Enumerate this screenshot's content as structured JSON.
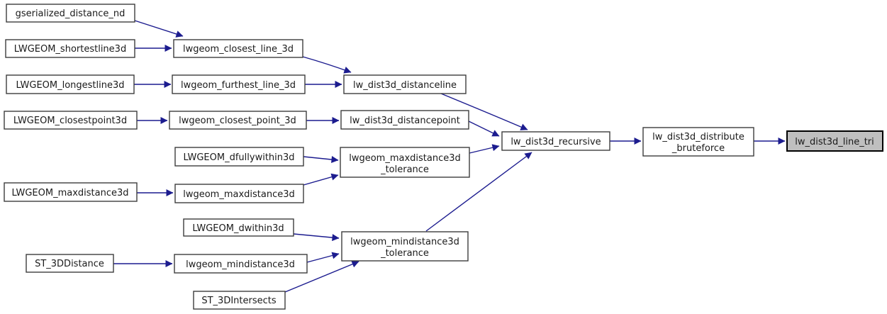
{
  "diagram": {
    "type": "call-graph",
    "background": "#ffffff",
    "colors": {
      "edge": "#1c1c8f",
      "node_fill": "#ffffff",
      "node_border": "#3d3d3d",
      "highlight_fill": "#bfbfbf",
      "highlight_border": "#000000",
      "text": "#1a1a1a"
    },
    "nodes": [
      {
        "id": "gserialized_distance_nd",
        "lines": [
          "gserialized_distance_nd"
        ],
        "highlighted": false
      },
      {
        "id": "LWGEOM_shortestline3d",
        "lines": [
          "LWGEOM_shortestline3d"
        ],
        "highlighted": false
      },
      {
        "id": "LWGEOM_longestline3d",
        "lines": [
          "LWGEOM_longestline3d"
        ],
        "highlighted": false
      },
      {
        "id": "LWGEOM_closestpoint3d",
        "lines": [
          "LWGEOM_closestpoint3d"
        ],
        "highlighted": false
      },
      {
        "id": "LWGEOM_maxdistance3d",
        "lines": [
          "LWGEOM_maxdistance3d"
        ],
        "highlighted": false
      },
      {
        "id": "ST_3DDistance",
        "lines": [
          "ST_3DDistance"
        ],
        "highlighted": false
      },
      {
        "id": "lwgeom_closest_line_3d",
        "lines": [
          "lwgeom_closest_line_3d"
        ],
        "highlighted": false
      },
      {
        "id": "lwgeom_furthest_line_3d",
        "lines": [
          "lwgeom_furthest_line_3d"
        ],
        "highlighted": false
      },
      {
        "id": "lwgeom_closest_point_3d",
        "lines": [
          "lwgeom_closest_point_3d"
        ],
        "highlighted": false
      },
      {
        "id": "LWGEOM_dfullywithin3d",
        "lines": [
          "LWGEOM_dfullywithin3d"
        ],
        "highlighted": false
      },
      {
        "id": "lwgeom_maxdistance3d",
        "lines": [
          "lwgeom_maxdistance3d"
        ],
        "highlighted": false
      },
      {
        "id": "LWGEOM_dwithin3d",
        "lines": [
          "LWGEOM_dwithin3d"
        ],
        "highlighted": false
      },
      {
        "id": "lwgeom_mindistance3d",
        "lines": [
          "lwgeom_mindistance3d"
        ],
        "highlighted": false
      },
      {
        "id": "ST_3DIntersects",
        "lines": [
          "ST_3DIntersects"
        ],
        "highlighted": false
      },
      {
        "id": "lw_dist3d_distanceline",
        "lines": [
          "lw_dist3d_distanceline"
        ],
        "highlighted": false
      },
      {
        "id": "lw_dist3d_distancepoint",
        "lines": [
          "lw_dist3d_distancepoint"
        ],
        "highlighted": false
      },
      {
        "id": "lwgeom_maxdistance3d_tolerance",
        "lines": [
          "lwgeom_maxdistance3d",
          "_tolerance"
        ],
        "highlighted": false
      },
      {
        "id": "lwgeom_mindistance3d_tolerance",
        "lines": [
          "lwgeom_mindistance3d",
          "_tolerance"
        ],
        "highlighted": false
      },
      {
        "id": "lw_dist3d_recursive",
        "lines": [
          "lw_dist3d_recursive"
        ],
        "highlighted": false
      },
      {
        "id": "lw_dist3d_distribute_bruteforce",
        "lines": [
          "lw_dist3d_distribute",
          "_bruteforce"
        ],
        "highlighted": false
      },
      {
        "id": "lw_dist3d_line_tri",
        "lines": [
          "lw_dist3d_line_tri"
        ],
        "highlighted": true
      }
    ],
    "edges": [
      {
        "from": "gserialized_distance_nd",
        "to": "lwgeom_closest_line_3d"
      },
      {
        "from": "LWGEOM_shortestline3d",
        "to": "lwgeom_closest_line_3d"
      },
      {
        "from": "lwgeom_closest_line_3d",
        "to": "lw_dist3d_distanceline"
      },
      {
        "from": "LWGEOM_longestline3d",
        "to": "lwgeom_furthest_line_3d"
      },
      {
        "from": "lwgeom_furthest_line_3d",
        "to": "lw_dist3d_distanceline"
      },
      {
        "from": "lw_dist3d_distanceline",
        "to": "lw_dist3d_recursive"
      },
      {
        "from": "LWGEOM_closestpoint3d",
        "to": "lwgeom_closest_point_3d"
      },
      {
        "from": "lwgeom_closest_point_3d",
        "to": "lw_dist3d_distancepoint"
      },
      {
        "from": "lw_dist3d_distancepoint",
        "to": "lw_dist3d_recursive"
      },
      {
        "from": "LWGEOM_dfullywithin3d",
        "to": "lwgeom_maxdistance3d_tolerance"
      },
      {
        "from": "LWGEOM_maxdistance3d",
        "to": "lwgeom_maxdistance3d"
      },
      {
        "from": "lwgeom_maxdistance3d",
        "to": "lwgeom_maxdistance3d_tolerance"
      },
      {
        "from": "lwgeom_maxdistance3d_tolerance",
        "to": "lw_dist3d_recursive"
      },
      {
        "from": "LWGEOM_dwithin3d",
        "to": "lwgeom_mindistance3d_tolerance"
      },
      {
        "from": "ST_3DDistance",
        "to": "lwgeom_mindistance3d"
      },
      {
        "from": "lwgeom_mindistance3d",
        "to": "lwgeom_mindistance3d_tolerance"
      },
      {
        "from": "ST_3DIntersects",
        "to": "lwgeom_mindistance3d_tolerance"
      },
      {
        "from": "lwgeom_mindistance3d_tolerance",
        "to": "lw_dist3d_recursive"
      },
      {
        "from": "lw_dist3d_recursive",
        "to": "lw_dist3d_distribute_bruteforce"
      },
      {
        "from": "lw_dist3d_distribute_bruteforce",
        "to": "lw_dist3d_line_tri"
      }
    ]
  }
}
